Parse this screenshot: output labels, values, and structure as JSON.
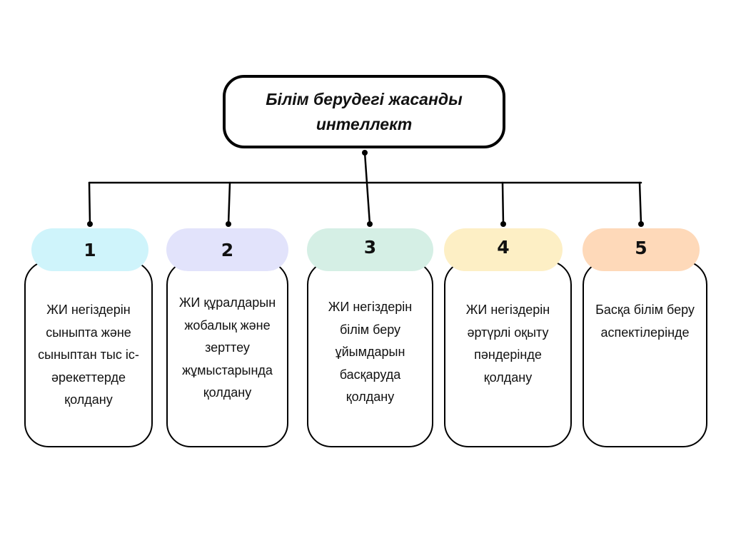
{
  "title": "Білім берудегі жасанды интеллект",
  "colors": {
    "line": "#000000",
    "pill_1": "#cff4fb",
    "pill_2": "#e2e3fb",
    "pill_3": "#d5efe5",
    "pill_4": "#fdefc5",
    "pill_5": "#fed9b9"
  },
  "branches": [
    {
      "number": "1",
      "text": "ЖИ негіздерін сыныпта және сыныптан тыс іс-әрекеттерде қолдану"
    },
    {
      "number": "2",
      "text": "ЖИ құралдарын жобалық және зерттеу жұмыстарында қолдану"
    },
    {
      "number": "3",
      "text": "ЖИ негіздерін білім беру ұйымдарын басқаруда қолдану"
    },
    {
      "number": "4",
      "text": "ЖИ негіздерін әртүрлі оқыту пәндерінде қолдану"
    },
    {
      "number": "5",
      "text": "Басқа білім беру аспектілерінде"
    }
  ]
}
